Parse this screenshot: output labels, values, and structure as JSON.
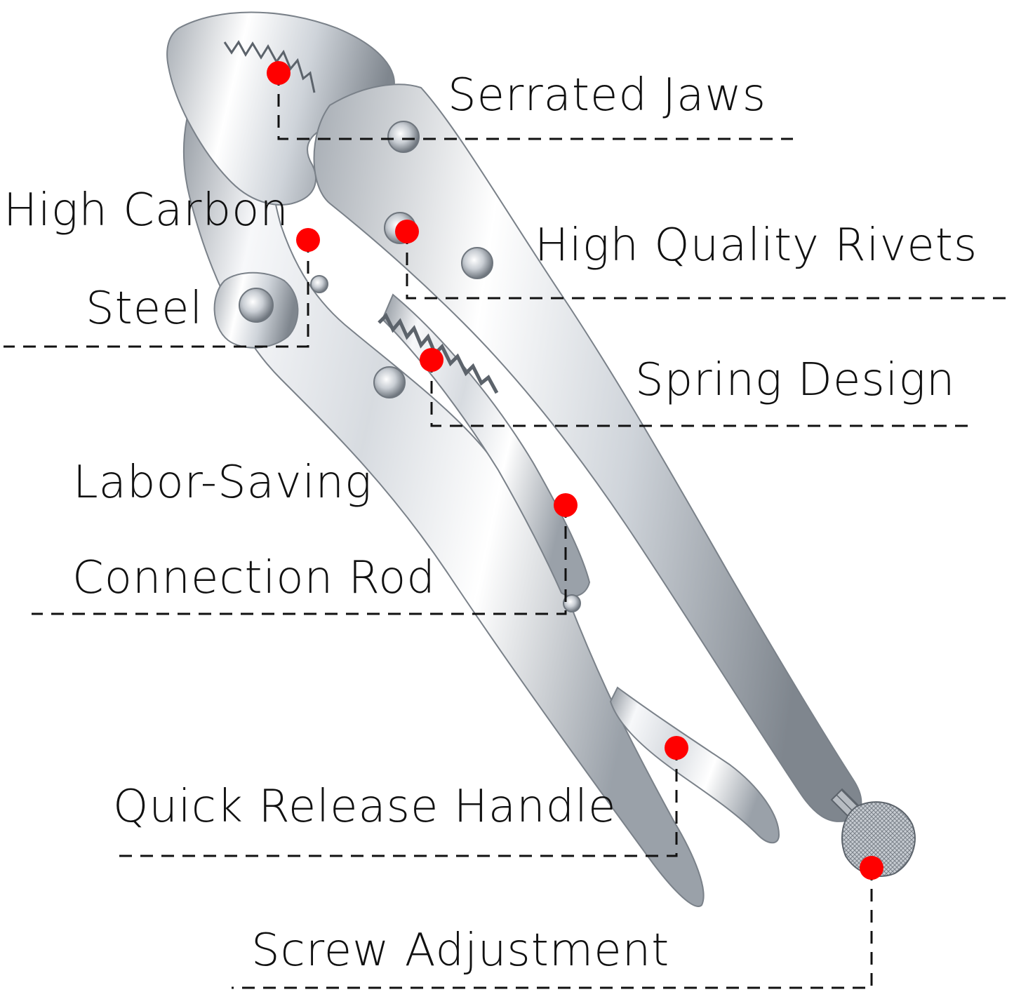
{
  "colors": {
    "background": "#ffffff",
    "marker": "#ff0000",
    "leader_line": "#111111",
    "label_text": "#111111",
    "metal_light": "#f7f8fa",
    "metal_mid": "#d7dbe0",
    "metal_dark": "#8c939b"
  },
  "labels": {
    "serrated_jaws": "Serrated Jaws",
    "high_carbon": "High Carbon",
    "steel": "Steel",
    "high_quality_rivets": "High Quality Rivets",
    "spring_design": "Spring Design",
    "labor_saving": "Labor-Saving",
    "connection_rod": "Connection Rod",
    "quick_release_handle": "Quick Release Handle",
    "screw_adjustment": "Screw Adjustment"
  }
}
